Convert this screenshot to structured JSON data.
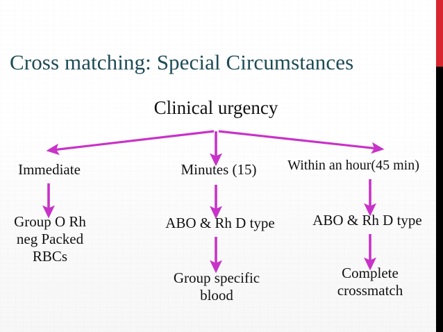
{
  "slide": {
    "title": "Cross matching:  Special Circumstances",
    "title_color": "#1d4b56",
    "background_color": "#fdfdfd",
    "accent_red": "#d7262f",
    "accent_black": "#000000",
    "arrow_color": "#c832c8"
  },
  "diagram": {
    "type": "flowchart",
    "root": {
      "label": "Clinical urgency"
    },
    "branches": [
      {
        "urgency": "Immediate",
        "steps": [
          "Group O Rh\nneg Packed\nRBCs"
        ]
      },
      {
        "urgency": "Minutes (15)",
        "steps": [
          "ABO & Rh D type",
          "Group specific\nblood"
        ]
      },
      {
        "urgency": "Within an hour(45 min)",
        "steps": [
          "ABO & Rh D type",
          "Complete\ncrossmatch"
        ]
      }
    ]
  }
}
